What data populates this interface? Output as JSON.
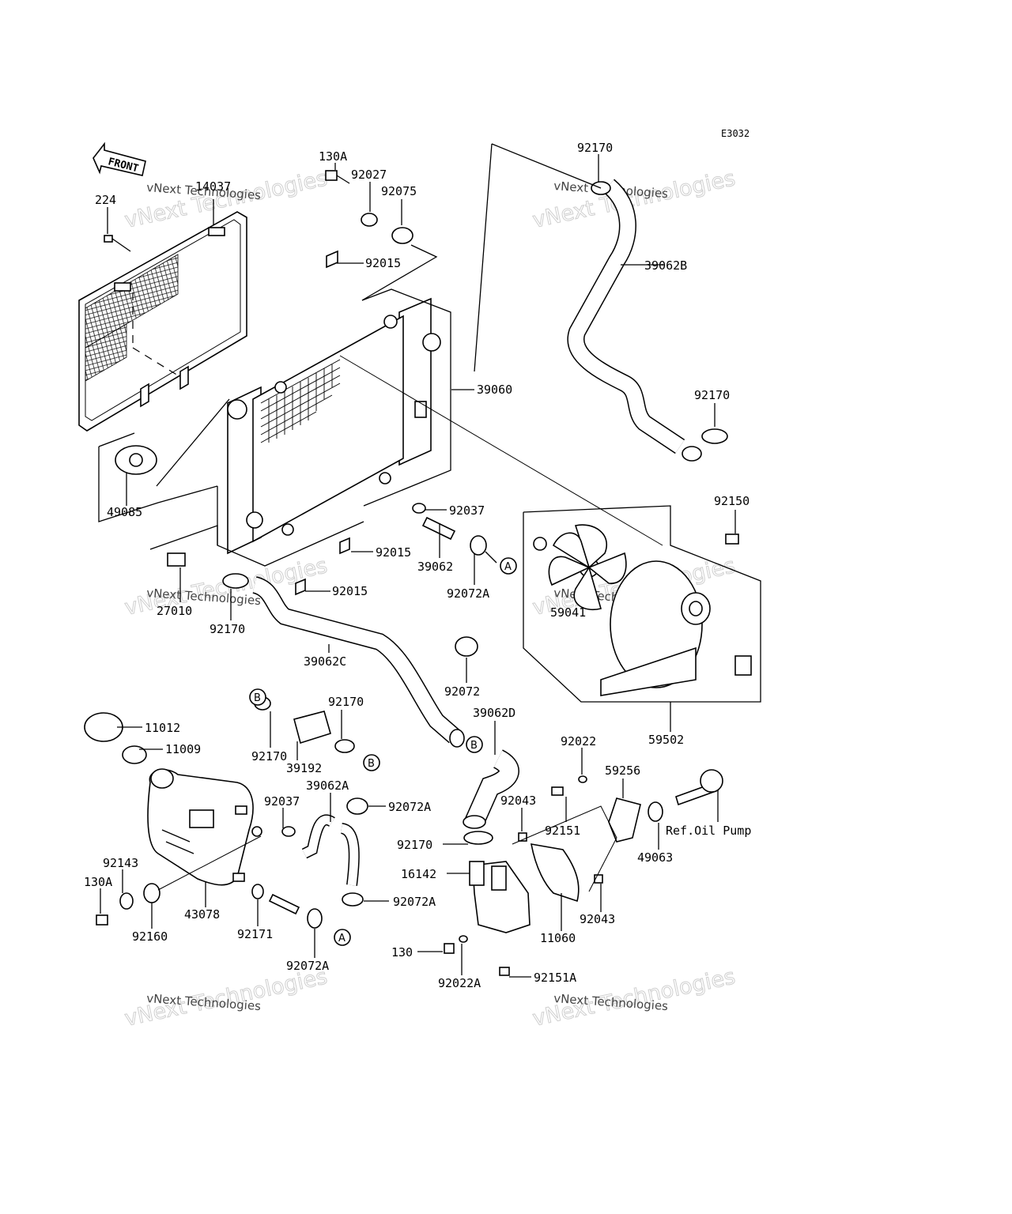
{
  "diagram_code": "E3032",
  "front_arrow": "FRONT",
  "watermark": {
    "line1": "vNext Technologies",
    "line2": "vNext Technologies"
  },
  "reference_note": "Ref.Oil Pump",
  "connectors": {
    "a": "A",
    "b": "B"
  },
  "parts": [
    {
      "id": "p224",
      "label": "224"
    },
    {
      "id": "p14037",
      "label": "14037"
    },
    {
      "id": "p130A_top",
      "label": "130A"
    },
    {
      "id": "p92027",
      "label": "92027"
    },
    {
      "id": "p92075",
      "label": "92075"
    },
    {
      "id": "p92015_top",
      "label": "92015"
    },
    {
      "id": "p92170_top",
      "label": "92170"
    },
    {
      "id": "p39062B",
      "label": "39062B"
    },
    {
      "id": "p39060",
      "label": "39060"
    },
    {
      "id": "p92170_right",
      "label": "92170"
    },
    {
      "id": "p49085",
      "label": "49085"
    },
    {
      "id": "p92037_mid",
      "label": "92037"
    },
    {
      "id": "p92150",
      "label": "92150"
    },
    {
      "id": "p92015_mid",
      "label": "92015"
    },
    {
      "id": "p39062",
      "label": "39062"
    },
    {
      "id": "p92072A_mid",
      "label": "92072A"
    },
    {
      "id": "p92015_low",
      "label": "92015"
    },
    {
      "id": "p27010",
      "label": "27010"
    },
    {
      "id": "p92170_left",
      "label": "92170"
    },
    {
      "id": "p59041",
      "label": "59041"
    },
    {
      "id": "p39062C",
      "label": "39062C"
    },
    {
      "id": "p92072",
      "label": "92072"
    },
    {
      "id": "p59502",
      "label": "59502"
    },
    {
      "id": "p92170_b",
      "label": "92170"
    },
    {
      "id": "p39062D",
      "label": "39062D"
    },
    {
      "id": "p11012",
      "label": "11012"
    },
    {
      "id": "p11009",
      "label": "11009"
    },
    {
      "id": "p92170_bl",
      "label": "92170"
    },
    {
      "id": "p39192",
      "label": "39192"
    },
    {
      "id": "p92022",
      "label": "92022"
    },
    {
      "id": "p59256",
      "label": "59256"
    },
    {
      "id": "p39062A",
      "label": "39062A"
    },
    {
      "id": "p92072A_low1",
      "label": "92072A"
    },
    {
      "id": "p92037_low",
      "label": "92037"
    },
    {
      "id": "p92043_top",
      "label": "92043"
    },
    {
      "id": "p92151",
      "label": "92151"
    },
    {
      "id": "p49063",
      "label": "49063"
    },
    {
      "id": "p92170_wp",
      "label": "92170"
    },
    {
      "id": "p92143",
      "label": "92143"
    },
    {
      "id": "p130A_low",
      "label": "130A"
    },
    {
      "id": "p16142",
      "label": "16142"
    },
    {
      "id": "p92072A_low2",
      "label": "92072A"
    },
    {
      "id": "p43078",
      "label": "43078"
    },
    {
      "id": "p92043_low",
      "label": "92043"
    },
    {
      "id": "p92160",
      "label": "92160"
    },
    {
      "id": "p92171",
      "label": "92171"
    },
    {
      "id": "p11060",
      "label": "11060"
    },
    {
      "id": "p130",
      "label": "130"
    },
    {
      "id": "p92072A_low3",
      "label": "92072A"
    },
    {
      "id": "p92022A",
      "label": "92022A"
    },
    {
      "id": "p92151A",
      "label": "92151A"
    }
  ]
}
